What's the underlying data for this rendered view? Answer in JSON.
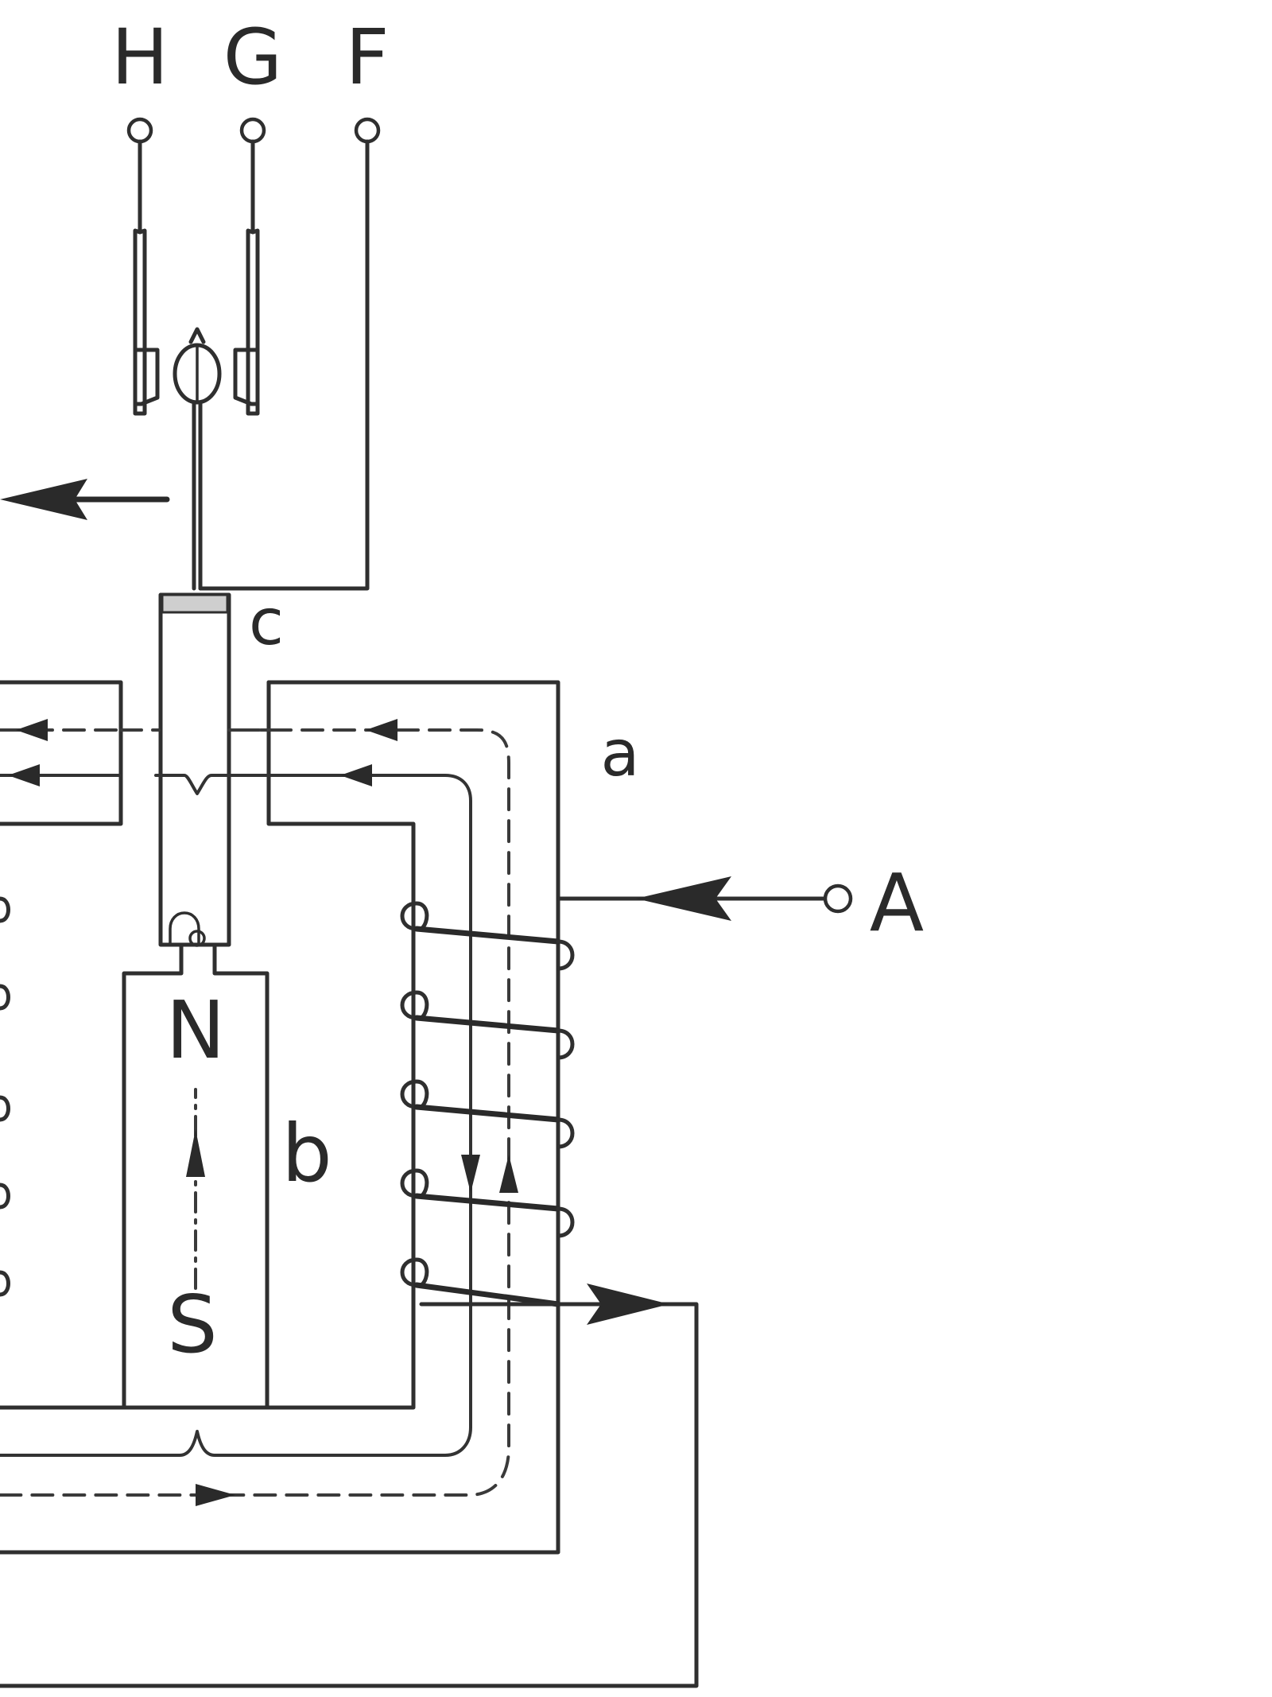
{
  "labels": {
    "terminal_h": "H",
    "terminal_g": "G",
    "terminal_f": "F",
    "terminal_a": "A",
    "part_a": "a",
    "part_b": "b",
    "part_c": "c",
    "pole_n": "N",
    "pole_s": "S"
  },
  "colors": {
    "ink": "#2f2f2f",
    "background": "#ffffff"
  }
}
